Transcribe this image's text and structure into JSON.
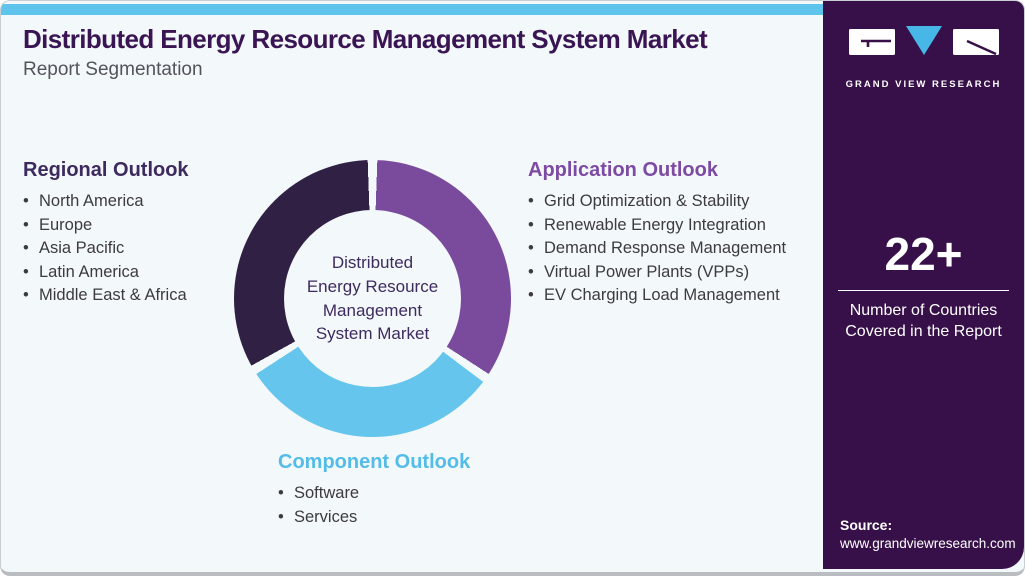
{
  "header": {
    "title": "Distributed Energy Resource Management System Market",
    "subtitle": "Report Segmentation"
  },
  "sidebar": {
    "logo_brand": "GRAND VIEW RESEARCH",
    "stat": {
      "value": "22+",
      "caption": "Number of Countries Covered in the Report"
    },
    "source": {
      "label": "Source:",
      "url": "www.grandviewresearch.com"
    }
  },
  "donut": {
    "center_lines": [
      "Distributed",
      "Energy Resource",
      "Management",
      "System Market"
    ]
  },
  "sections": {
    "regional": {
      "title": "Regional Outlook",
      "items": [
        "North America",
        "Europe",
        "Asia Pacific",
        "Latin America",
        "Middle East & Africa"
      ]
    },
    "application": {
      "title": "Application Outlook",
      "items": [
        "Grid Optimization & Stability",
        "Renewable Energy Integration",
        "Demand Response Management",
        "Virtual Power Plants (VPPs)",
        "EV Charging Load Management"
      ]
    },
    "component": {
      "title": "Component Outlook",
      "items": [
        "Software",
        "Services"
      ]
    }
  },
  "chart_data": {
    "type": "pie",
    "title": "Report segmentation donut (decorative, three segments)",
    "categories": [
      "Application Outlook",
      "Component Outlook",
      "Regional Outlook"
    ],
    "values": [
      121,
      110,
      117
    ],
    "value_unit": "degrees of arc",
    "colors": [
      "#7a4a9d",
      "#66c5ec",
      "#2f2044"
    ],
    "center_label": "Distributed Energy Resource Management System Market",
    "legend_position": "none"
  },
  "colors": {
    "sidebar_bg": "#371049",
    "top_strip": "#5ec4ec",
    "card_bg": "#f3f8fb",
    "title": "#3a1553",
    "regional_heading": "#3d2a5e",
    "application_heading": "#7d4ba3",
    "component_heading": "#54bce8",
    "segment_dark": "#2f2044",
    "segment_purple": "#7a4a9d",
    "segment_blue": "#66c5ec"
  }
}
